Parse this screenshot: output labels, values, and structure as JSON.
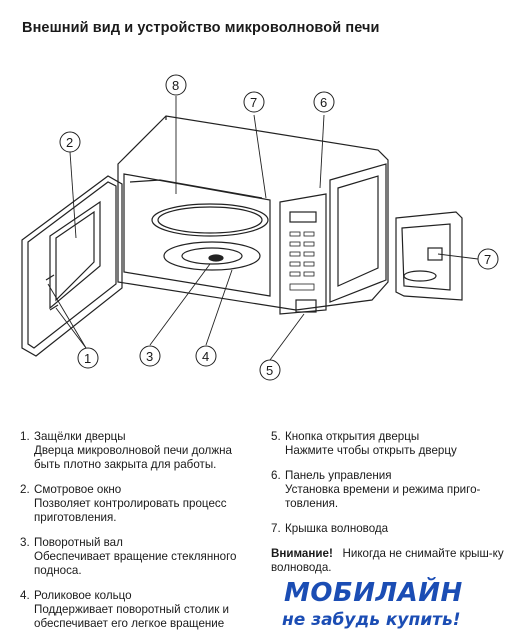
{
  "title": "Внешний вид и устройство микроволновой печи",
  "callouts": [
    "1",
    "2",
    "3",
    "4",
    "5",
    "6",
    "7",
    "8",
    "7"
  ],
  "legend_left": [
    {
      "num": "1.",
      "title": "Защёлки дверцы",
      "desc": "Дверца микроволновой печи должна быть плотно закрыта для работы."
    },
    {
      "num": "2.",
      "title": "Смотровое окно",
      "desc": "Позволяет контролировать процесс приготовления."
    },
    {
      "num": "3.",
      "title": "Поворотный вал",
      "desc": "Обеспечивает вращение стеклянного подноса."
    },
    {
      "num": "4.",
      "title": "Роликовое кольцо",
      "desc": "Поддерживает поворотный столик и обеспечивает его легкое вращение"
    }
  ],
  "legend_right": [
    {
      "num": "5.",
      "title": "Кнопка открытия дверцы",
      "desc": "Нажмите чтобы открыть дверцу"
    },
    {
      "num": "6.",
      "title": "Панель управления",
      "desc": "Установка времени и режима приго-товления."
    },
    {
      "num": "7.",
      "title": "Крышка волновода",
      "desc": ""
    }
  ],
  "warning": {
    "label": "Внимание!",
    "text": "Никогда не снимайте крыш-ку волновода."
  },
  "brand": {
    "name": "МОБИЛАЙН",
    "slogan": "не забудь купить!"
  },
  "colors": {
    "brand_blue": "#1b4db4",
    "line": "#222222"
  }
}
